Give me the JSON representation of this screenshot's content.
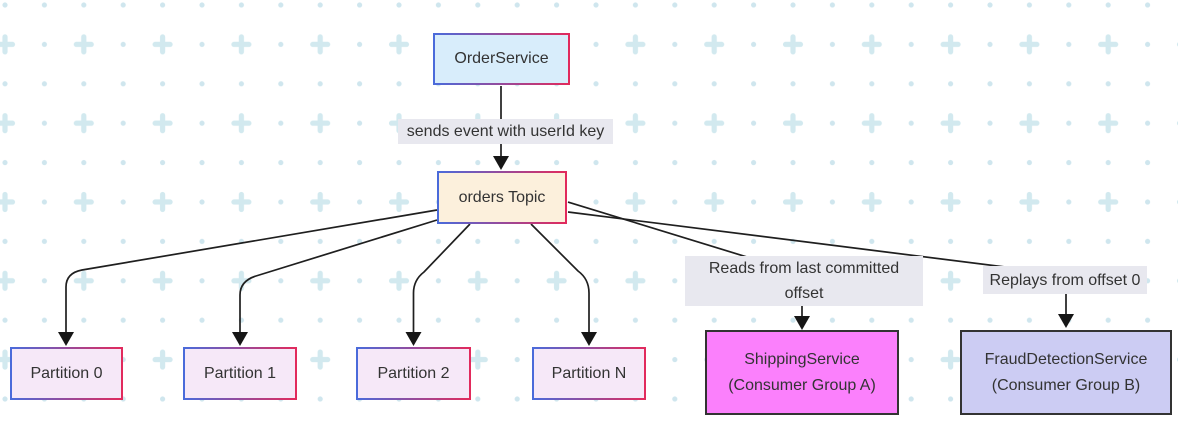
{
  "diagram": {
    "nodes": {
      "order_service": "OrderService",
      "orders_topic": "orders Topic",
      "partition_0": "Partition 0",
      "partition_1": "Partition 1",
      "partition_2": "Partition 2",
      "partition_n": "Partition N",
      "shipping_service": "ShippingService (Consumer Group A)",
      "fraud_detection": "FraudDetectionService (Consumer Group B)"
    },
    "edge_labels": {
      "send": "sends event with userId key",
      "reads": "Reads from last committed offset",
      "replays": "Replays from offset 0"
    },
    "colors": {
      "canvas_bg": "#ffffff",
      "pattern_teal": "#cfe7ee",
      "edge_line": "#1f1f1f",
      "arrowhead": "#161616",
      "border_gradient_start": "#4a6bdb",
      "border_gradient_end": "#e22a5c",
      "order_service_fill": "#d8edfb",
      "orders_topic_fill": "#fcf0dc",
      "partition_fill": "#f6e8f8",
      "shipping_fill": "#fb80fc",
      "fraud_fill": "#ccccf3",
      "consumer_border": "#333333",
      "edge_label_bg": "#e8e8ef",
      "text": "#333333"
    }
  }
}
